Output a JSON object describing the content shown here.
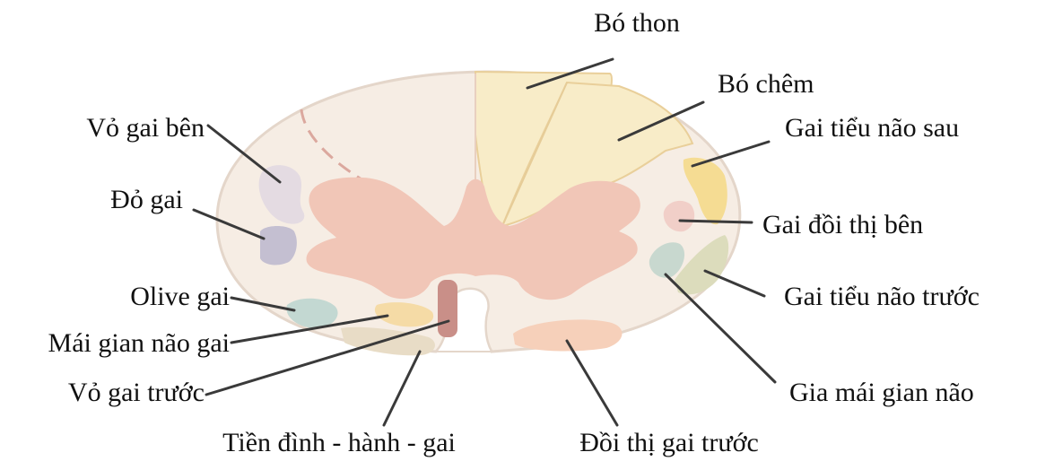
{
  "colors": {
    "background": "#ffffff",
    "white_matter": "#f6ede4",
    "outline": "#e4d6ca",
    "gray_matter": "#f1c6b7",
    "central_canal": "#c98f88",
    "fasciculus": "#f8ecc8",
    "posterior_spinocerebellar": "#f5dc93",
    "lateral_spinothalamic": "#f1cfc8",
    "anterior_spinocerebellar": "#dcdcbc",
    "spinotectal": "#c8d8cf",
    "lateral_corticospinal": "#e4dbe2",
    "rubrospinal": "#c4bfd1",
    "olivospinal": "#c3d8d2",
    "tectospinal": "#f5dba6",
    "anterior_corticospinal": "#c98f88",
    "vestibulospinal": "#e8dcc6",
    "anterior_spinothalamic": "#f6d0ba",
    "leader_line": "#3a3a3a"
  },
  "labels": {
    "fasciculus_gracilis": "Bó thon",
    "fasciculus_cuneatus": "Bó chêm",
    "lateral_corticospinal": "Vỏ gai bên",
    "posterior_spinocerebellar": "Gai tiểu não sau",
    "rubrospinal": "Đỏ gai",
    "lateral_spinothalamic": "Gai đồi thị bên",
    "olivospinal": "Olive gai",
    "anterior_spinocerebellar": "Gai tiểu não trước",
    "tectospinal": "Mái gian não gai",
    "anterior_corticospinal": "Vỏ gai trước",
    "spinotectal": "Gia mái gian não",
    "vestibulospinal": "Tiền đình - hành - gai",
    "anterior_spinothalamic": "Đồi thị gai trước"
  }
}
